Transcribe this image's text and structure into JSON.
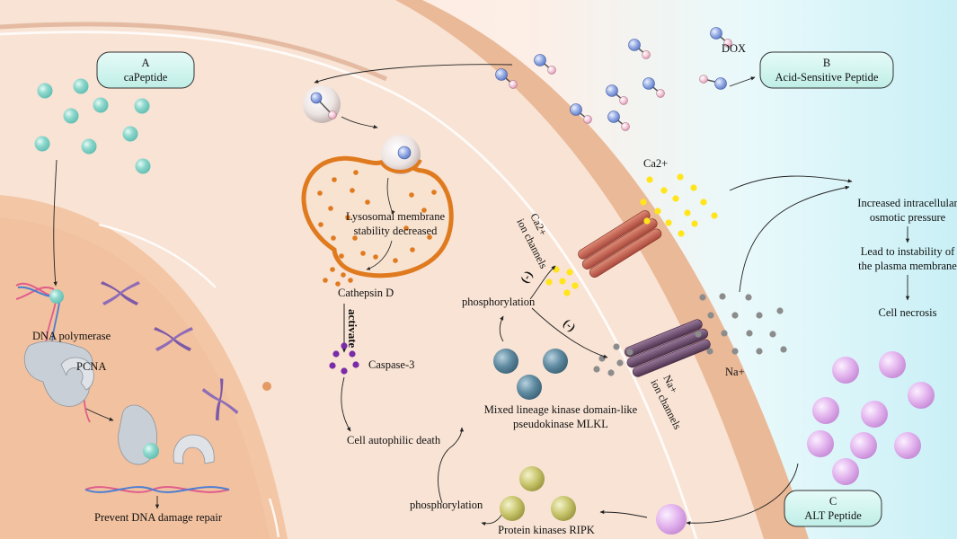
{
  "labels": {
    "box_a_letter": "A",
    "box_a_name": "caPeptide",
    "box_b_letter": "B",
    "box_b_name": "Acid-Sensitive Peptide",
    "box_c_letter": "C",
    "box_c_name": "ALT Peptide",
    "dox": "DOX",
    "lysosome_line1": "Lysosomal membrane",
    "lysosome_line2": "stability decreased",
    "cathepsin": "Cathepsin D",
    "activate": "activate",
    "caspase": "Caspase-3",
    "autophilic_death": "Cell autophilic death",
    "dna_polymerase": "DNA polymerase",
    "pcna": "PCNA",
    "prevent_repair": "Prevent DNA damage repair",
    "ca_ion": "Ca2+",
    "ca_channel_line1": "Ca2+",
    "ca_channel_line2": "ion channels",
    "na_ion": "Na+",
    "na_channel_line1": "Na+",
    "na_channel_line2": "ion channels",
    "phosphorylation_upper": "phosphorylation",
    "phosphorylation_lower": "phosphorylation",
    "inhibit_sign_1": "(-)",
    "inhibit_sign_2": "(-)",
    "mlkl_line1": "Mixed lineage kinase domain-like",
    "mlkl_line2": "pseudokinase MLKL",
    "ripk": "Protein kinases RIPK",
    "osmotic_line1": "Increased intracellular",
    "osmotic_line2": "osmotic pressure",
    "instability_line1": "Lead to instability of",
    "instability_line2": "the plasma membrane",
    "necrosis": "Cell necrosis"
  },
  "colors": {
    "cytoplasm": "#f8e2d3",
    "membrane_band": "#eebc9c",
    "nucleus": "#f3c9ab",
    "extracellular": "#d9f4f8",
    "teal_peptide": "#8fd8cd",
    "dox_blue": "#9bb1e6",
    "dox_pink": "#f2c4d4",
    "lysosome_fill": "#f8e2d0",
    "lysosome_stroke": "#e07a1f",
    "cathepsin_dot": "#e07a1f",
    "caspase_dot": "#7a2ca8",
    "ca_channel": "#c9644f",
    "na_channel": "#6d4a6e",
    "ca_dot": "#ffe51a",
    "na_dot": "#8c8c8c",
    "mlkl": "#5f8aa0",
    "ripk": "#c9c66e",
    "alt_peptide": "#e3b4ee",
    "chromosome": "#7c5aa8",
    "box_fill": "#cdf2ec",
    "box_stroke": "#3b3b3b"
  }
}
